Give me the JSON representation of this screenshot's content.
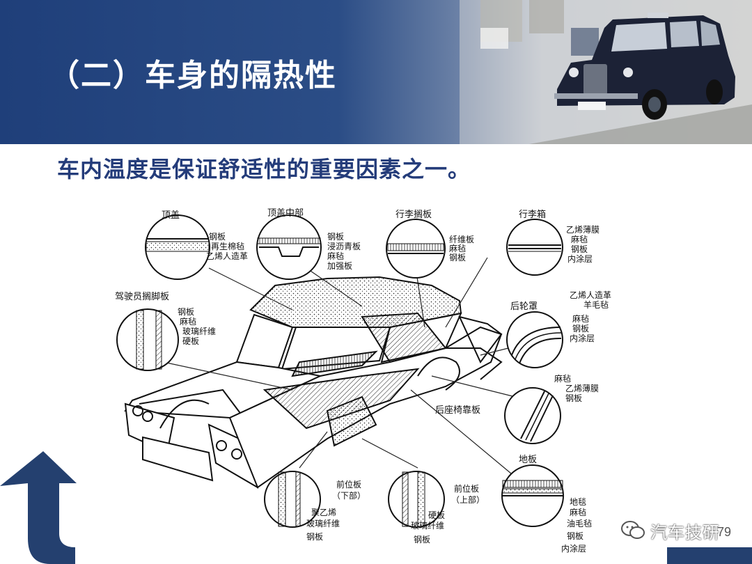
{
  "title": "（二）车身的隔热性",
  "subtitle": "车内温度是保证舒适性的重要因素之一。",
  "colors": {
    "header_blue": "#1f3f7a",
    "subtitle_blue": "#243c7a",
    "logo_blue": "#24406f"
  },
  "diagram": {
    "sections": {
      "roof": {
        "title": "顶盖",
        "layers": [
          "钢板",
          "再生棉毡",
          "乙烯人造革"
        ]
      },
      "roof_mid": {
        "title": "顶盖中部",
        "layers": [
          "钢板",
          "浸沥青板",
          "麻毡",
          "加强板"
        ]
      },
      "luggage_shelf": {
        "title": "行李搁板",
        "layers": [
          "纤维板",
          "麻毡",
          "钢板"
        ]
      },
      "trunk": {
        "title": "行李箱",
        "layers": [
          "乙烯薄膜",
          "麻毡",
          "钢板",
          "内涂层"
        ]
      },
      "footrest": {
        "title": "驾驶员搁脚板",
        "layers": [
          "钢板",
          "麻毡",
          "玻璃纤维",
          "硬板"
        ]
      },
      "wheel_arch": {
        "title": "后轮罩",
        "layers": [
          "乙烯人造革",
          "羊毛毡",
          "麻毡",
          "钢板",
          "内涂层"
        ]
      },
      "rear_seat": {
        "title": "后座椅靠板",
        "layers": [
          "麻毡",
          "乙烯薄膜",
          "钢板"
        ]
      },
      "front_lower": {
        "title": "前位板",
        "title_sub": "（下部）",
        "layers": [
          "聚乙烯",
          "玻璃纤维",
          "钢板"
        ]
      },
      "front_upper": {
        "title": "前位板",
        "title_sub": "（上部）",
        "layers": [
          "硬板",
          "玻璃纤维",
          "钢板"
        ]
      },
      "floor": {
        "title": "地板",
        "layers": [
          "地毯",
          "麻毡",
          "油毛毡",
          "钢板",
          "内涂层"
        ]
      }
    }
  },
  "watermark": {
    "text": "汽车技研",
    "icon": "wechat-icon"
  },
  "page_number": "79"
}
